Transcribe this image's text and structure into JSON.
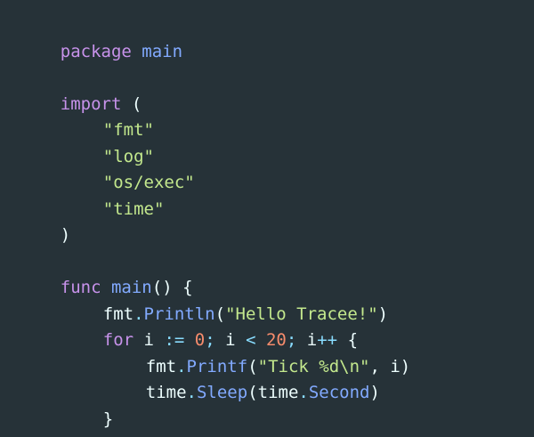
{
  "code": {
    "l1": {
      "kw": "package",
      "name": "main"
    },
    "l3": {
      "kw": "import",
      "paren": "("
    },
    "l4": "\"fmt\"",
    "l5": "\"log\"",
    "l6": "\"os/exec\"",
    "l7": "\"time\"",
    "l8": ")",
    "l10": {
      "kw": "func",
      "name": "main",
      "rest": "() {"
    },
    "l11": {
      "pkg": "fmt",
      "dot": ".",
      "fn": "Println",
      "open": "(",
      "str": "\"Hello Tracee!\"",
      "close": ")"
    },
    "l12": {
      "kw": "for",
      "a": "i",
      "op1": ":=",
      "n0": "0",
      "semi1": ";",
      "b": "i",
      "lt": "<",
      "n20": "20",
      "semi2": ";",
      "c": "i",
      "inc": "++",
      "brace": "{"
    },
    "l13": {
      "pkg": "fmt",
      "dot": ".",
      "fn": "Printf",
      "open": "(",
      "str": "\"Tick %d\\n\"",
      "rest": ", i)"
    },
    "l14": {
      "pkg": "time",
      "dot": ".",
      "fn": "Sleep",
      "open": "(",
      "pkg2": "time",
      "dot2": ".",
      "fn2": "Second",
      "close": ")"
    },
    "l15": "}",
    "l16": "}"
  }
}
